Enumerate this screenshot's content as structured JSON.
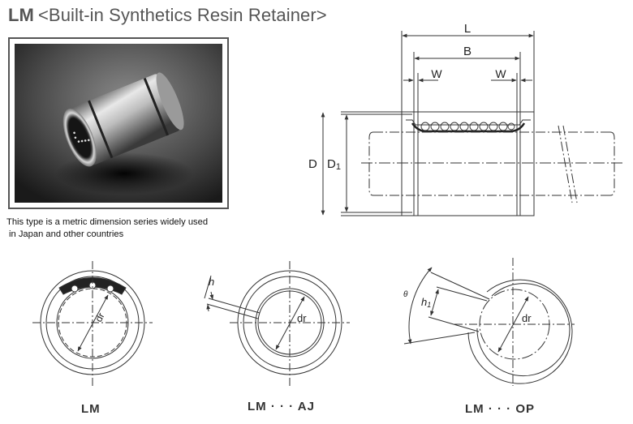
{
  "header": {
    "series_code": "LM",
    "subtitle": "<Built-in Synthetics Resin Retainer>"
  },
  "photo": {
    "alt": "linear-bushing-photo"
  },
  "caption": {
    "line1": "This type is a metric dimension series widely used",
    "line2": "in Japan and other countries"
  },
  "side_view": {
    "dimensions": {
      "L": "L",
      "B": "B",
      "W_left": "W",
      "W_right": "W",
      "D": "D",
      "D1": "D",
      "D1_sub": "1"
    }
  },
  "variants": [
    {
      "label": "LM",
      "inner_label": "dr"
    },
    {
      "label": "LM ·  ·  · AJ",
      "inner_label": "dr",
      "slot_label": "h"
    },
    {
      "label": "LM ·  ·  · OP",
      "inner_label": "dr",
      "slot_label": "h",
      "slot_sub": "1",
      "angle_label": "θ"
    }
  ]
}
